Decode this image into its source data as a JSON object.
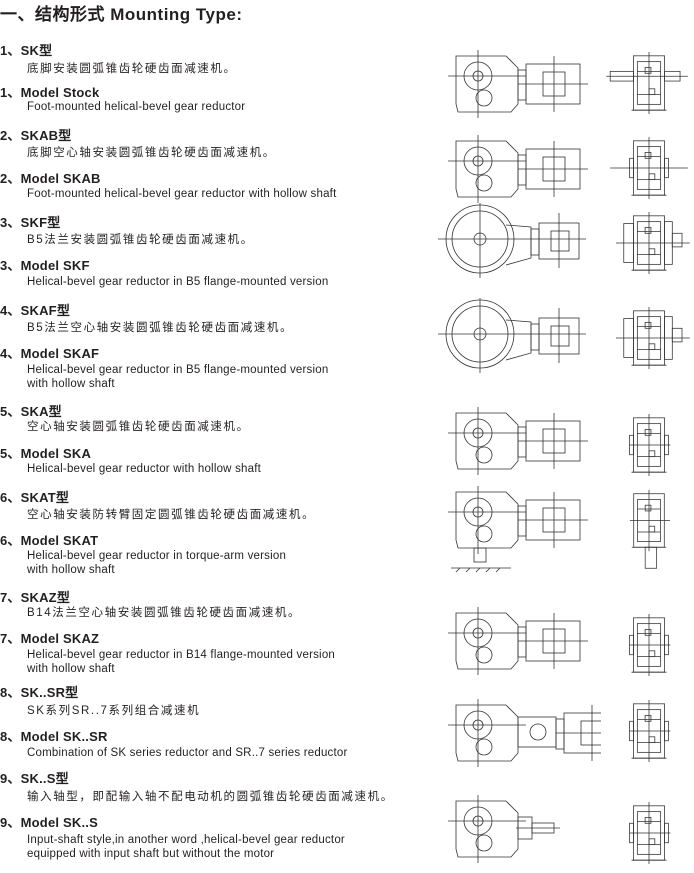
{
  "title": "一、结构形式   Mounting Type:",
  "items": [
    {
      "zh_heading": "1、SK型",
      "zh_desc": "底脚安装圆弧锥齿轮硬齿面减速机。",
      "en_heading": "1、Model Stock",
      "en_desc": [
        "Foot-mounted helical-bevel gear reductor"
      ],
      "drawing": "foot"
    },
    {
      "zh_heading": "2、SKAB型",
      "zh_desc": "底脚空心轴安装圆弧锥齿轮硬齿面减速机。",
      "en_heading": "2、Model SKAB",
      "en_desc": [
        "Foot-mounted helical-bevel gear reductor with hollow shaft"
      ],
      "drawing": "foot"
    },
    {
      "zh_heading": "3、SKF型",
      "zh_desc": "B5法兰安装圆弧锥齿轮硬齿面减速机。",
      "en_heading": "3、Model SKF",
      "en_desc": [
        "Helical-bevel gear reductor in B5 flange-mounted version"
      ],
      "drawing": "flange"
    },
    {
      "zh_heading": "4、SKAF型",
      "zh_desc": "B5法兰空心轴安装圆弧锥齿轮硬齿面减速机。",
      "en_heading": "4、Model SKAF",
      "en_desc": [
        "Helical-bevel gear reductor in B5 flange-mounted version",
        "with hollow shaft"
      ],
      "drawing": "flange"
    },
    {
      "zh_heading": "5、SKA型",
      "zh_desc": "空心轴安装圆弧锥齿轮硬齿面减速机。",
      "en_heading": "5、Model SKA",
      "en_desc": [
        "Helical-bevel gear reductor with hollow shaft"
      ],
      "drawing": "hollow"
    },
    {
      "zh_heading": "6、SKAT型",
      "zh_desc": "空心轴安装防转臂固定圆弧锥齿轮硬齿面减速机。",
      "en_heading": "6、Model SKAT",
      "en_desc": [
        "Helical-bevel gear reductor in torque-arm version",
        "with hollow shaft"
      ],
      "drawing": "torque"
    },
    {
      "zh_heading": "7、SKAZ型",
      "zh_desc": "B14法兰空心轴安装圆弧锥齿轮硬齿面减速机。",
      "en_heading": "7、Model SKAZ",
      "en_desc": [
        "Helical-bevel gear reductor in B14 flange-mounted version",
        "with hollow shaft"
      ],
      "drawing": "hollow"
    },
    {
      "zh_heading": "8、SK..SR型",
      "zh_desc": "SK系列SR..7系列组合减速机",
      "en_heading": "8、Model SK..SR",
      "en_desc": [
        "Combination of SK series reductor and SR..7 series reductor"
      ],
      "drawing": "combo"
    },
    {
      "zh_heading": "9、SK..S型",
      "zh_desc": "输入轴型，即配输入轴不配电动机的圆弧锥齿轮硬齿面减速机。",
      "en_heading": "9、Model SK..S",
      "en_desc": [
        "Input-shaft style,in another word ,helical-bevel gear reductor",
        "equipped with input shaft but without the motor"
      ],
      "drawing": "input"
    }
  ]
}
